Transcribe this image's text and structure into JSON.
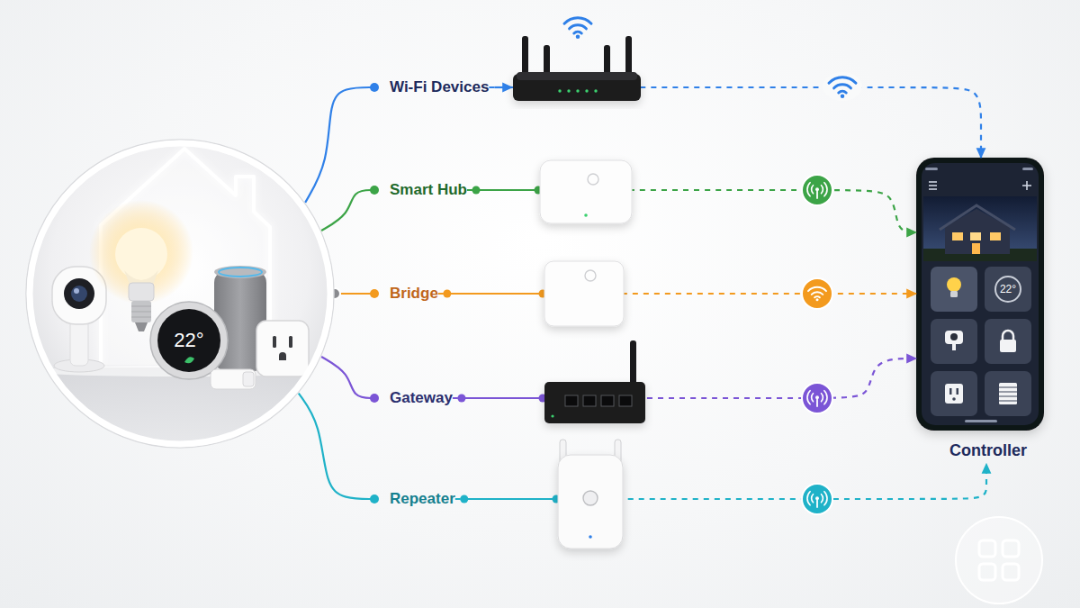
{
  "diagram": {
    "nodes": [
      {
        "text": [
          "22°"
        ]
      },
      {
        "text": [
          "Wi-Fi Devices"
        ]
      },
      {
        "text": [
          "Smart Hub"
        ]
      },
      {
        "text": [
          "Bridge"
        ]
      },
      {
        "text": [
          "Gateway"
        ]
      },
      {
        "text": [
          "Repeater"
        ]
      },
      {
        "text": [
          "22°",
          "Controller"
        ]
      }
    ],
    "edges": [
      {
        "from": 0,
        "to": 1,
        "arrow": "none"
      },
      {
        "from": 0,
        "to": 2,
        "arrow": "none"
      },
      {
        "from": 0,
        "to": 3,
        "arrow": "none"
      },
      {
        "from": 0,
        "to": 4,
        "arrow": "none"
      },
      {
        "from": 0,
        "to": 5,
        "arrow": "none"
      },
      {
        "from": 1,
        "to": 6,
        "arrow": "to"
      },
      {
        "from": 2,
        "to": 6,
        "arrow": "to"
      },
      {
        "from": 3,
        "to": 6,
        "arrow": "to"
      },
      {
        "from": 4,
        "to": 6,
        "arrow": "to"
      },
      {
        "from": 5,
        "to": 6,
        "arrow": "to"
      }
    ]
  }
}
